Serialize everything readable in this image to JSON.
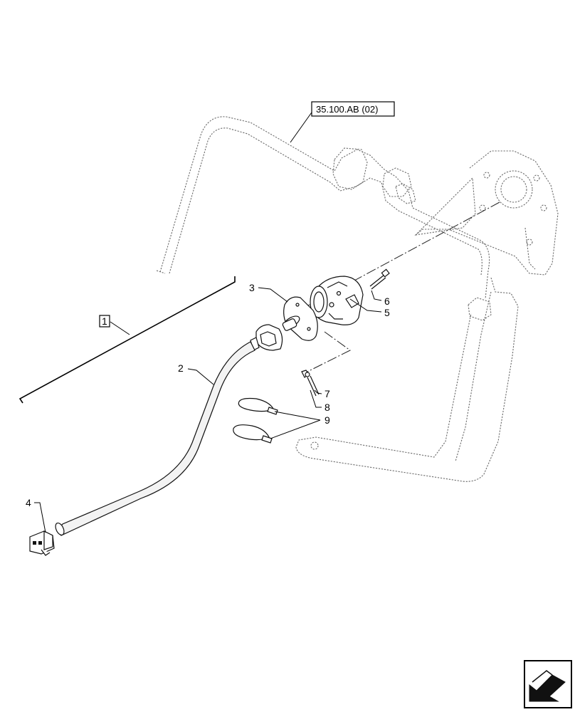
{
  "reference_box": {
    "text": "35.100.AB (02)"
  },
  "group_box": {
    "text": "1"
  },
  "callouts": {
    "c2": "2",
    "c3": "3",
    "c4": "4",
    "c5": "5",
    "c6": "6",
    "c7": "7",
    "c8": "8",
    "c9": "9"
  },
  "nav_icon": "next-page-arrow-icon"
}
